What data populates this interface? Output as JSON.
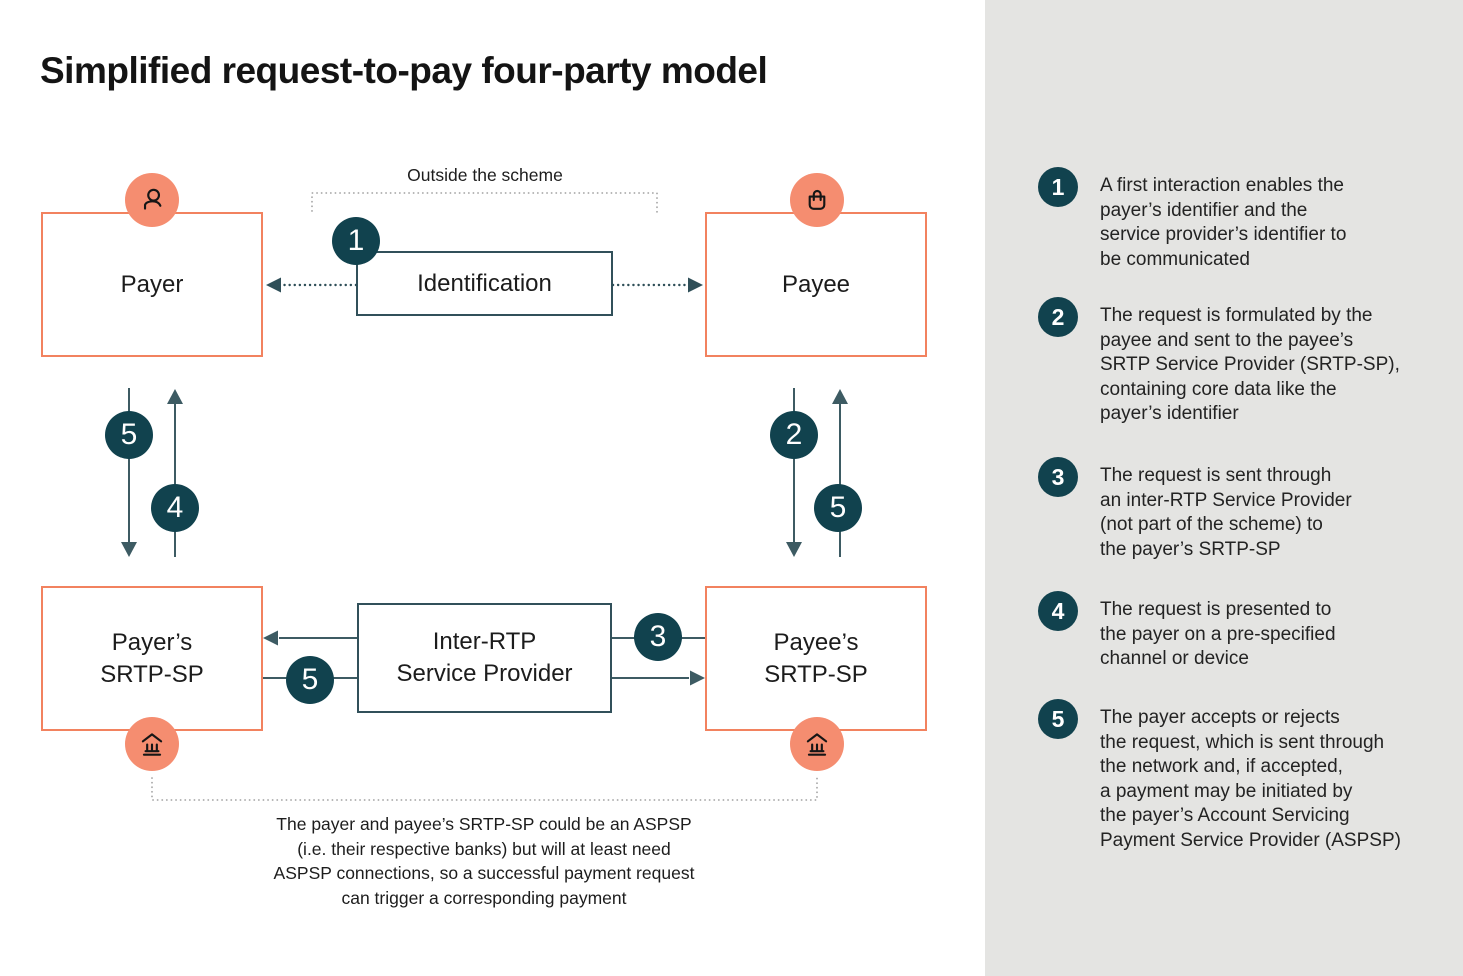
{
  "title": "Simplified request-to-pay four-party model",
  "diagram": {
    "outside_scheme_label": "Outside the scheme",
    "payer_label": "Payer",
    "payee_label": "Payee",
    "identification_label": "Identification",
    "payer_srtp_line1": "Payer’s",
    "payer_srtp_line2": "SRTP-SP",
    "payee_srtp_line1": "Payee’s",
    "payee_srtp_line2": "SRTP-SP",
    "inter_rtp_line1": "Inter-RTP",
    "inter_rtp_line2": "Service Provider",
    "badges": {
      "identification": "1",
      "payee_request_down": "2",
      "inter_to_payer_srtp": "3",
      "present_to_payer_up": "4",
      "payer_response_down": "5",
      "payer_srtp_to_inter": "5",
      "inter_to_payee_up": "5"
    },
    "footnote": "The payer and payee’s SRTP-SP could be an ASPSP\n(i.e. their respective banks) but will at least need\nASPSP connections, so a successful payment request\ncan trigger a corresponding payment",
    "icons": {
      "payer": "person-icon",
      "payee": "shopping-bag-icon",
      "payer_srtp": "bank-icon",
      "payee_srtp": "bank-icon"
    },
    "colors": {
      "badge_teal": "#11424E",
      "line_teal": "#3D5B63",
      "box_border_orange": "#F2825F",
      "box_border_teal": "#31505A",
      "icon_circle_salmon": "#F58D70",
      "panel_gray": "#E4E4E2",
      "bracket_gray": "#A6A6A6"
    }
  },
  "legend": {
    "items": [
      {
        "num": "1",
        "text": "A first interaction enables the\npayer’s identifier and the\nservice provider’s identifier to\nbe communicated"
      },
      {
        "num": "2",
        "text": "The request is formulated by the\npayee and sent to the payee’s\nSRTP Service Provider (SRTP-SP),\ncontaining core data like the\npayer’s identifier"
      },
      {
        "num": "3",
        "text": "The request is sent through\nan inter-RTP Service Provider\n(not part of the scheme) to\nthe payer’s SRTP-SP"
      },
      {
        "num": "4",
        "text": "The request is presented to\nthe payer on a pre-specified\nchannel or device"
      },
      {
        "num": "5",
        "text": "The payer accepts or rejects\nthe request, which is sent through\nthe network and, if accepted,\na payment may be initiated by\nthe payer’s Account Servicing\nPayment Service Provider (ASPSP)"
      }
    ]
  }
}
